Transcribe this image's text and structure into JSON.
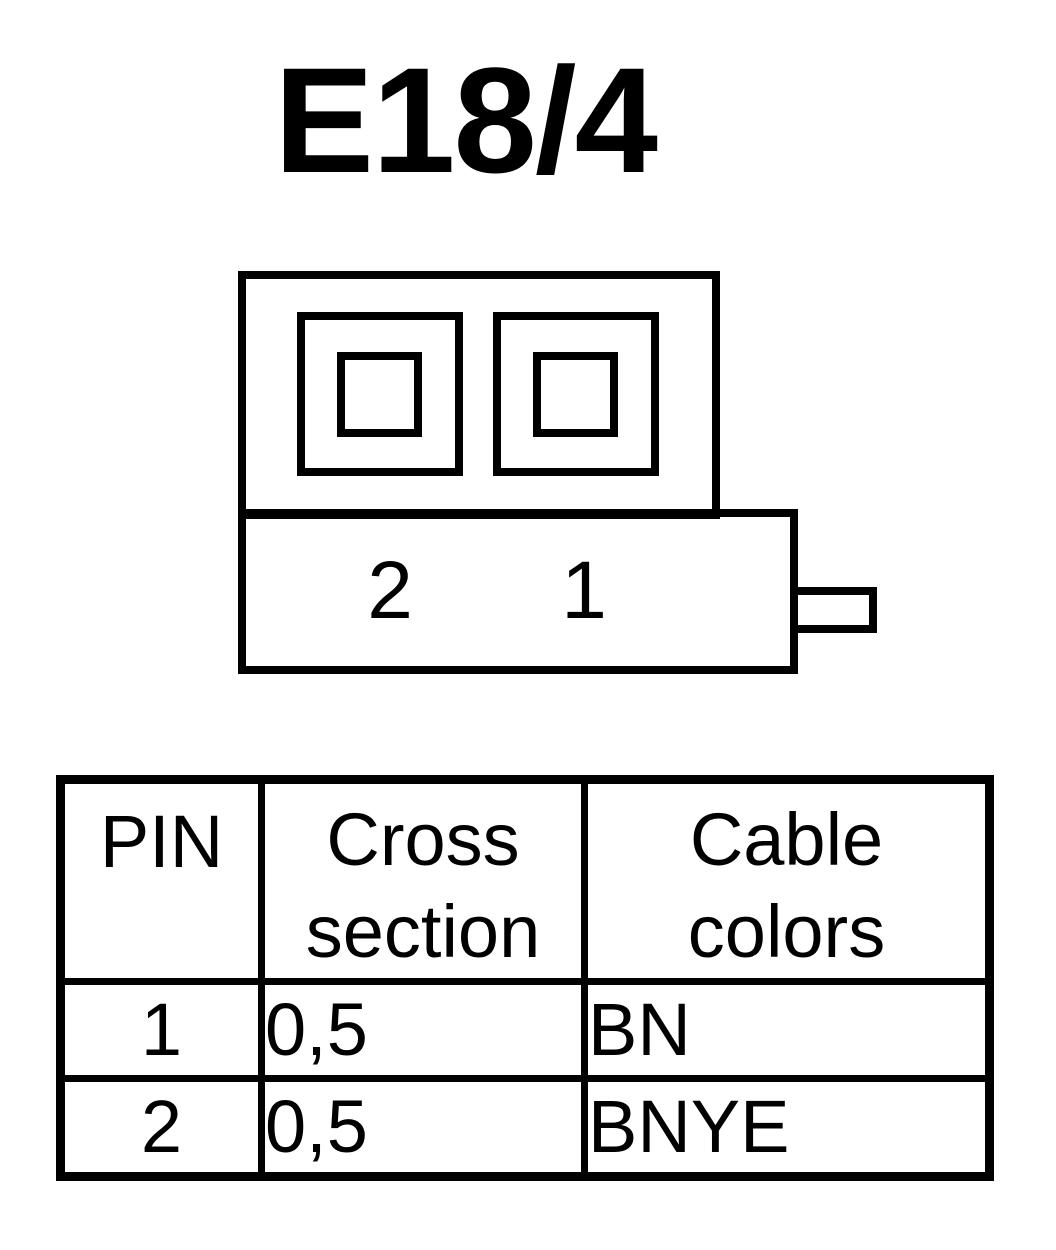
{
  "title": "E18/4",
  "connector": {
    "pin_labels": [
      "2",
      "1"
    ]
  },
  "table": {
    "headers": {
      "pin": "PIN",
      "cross_section": [
        "Cross",
        "section"
      ],
      "cable_colors": [
        "Cable",
        "colors"
      ]
    },
    "rows": [
      {
        "pin": "1",
        "cross_section": "0,5",
        "color": "BN"
      },
      {
        "pin": "2",
        "cross_section": "0,5",
        "color": "BNYE"
      }
    ]
  }
}
